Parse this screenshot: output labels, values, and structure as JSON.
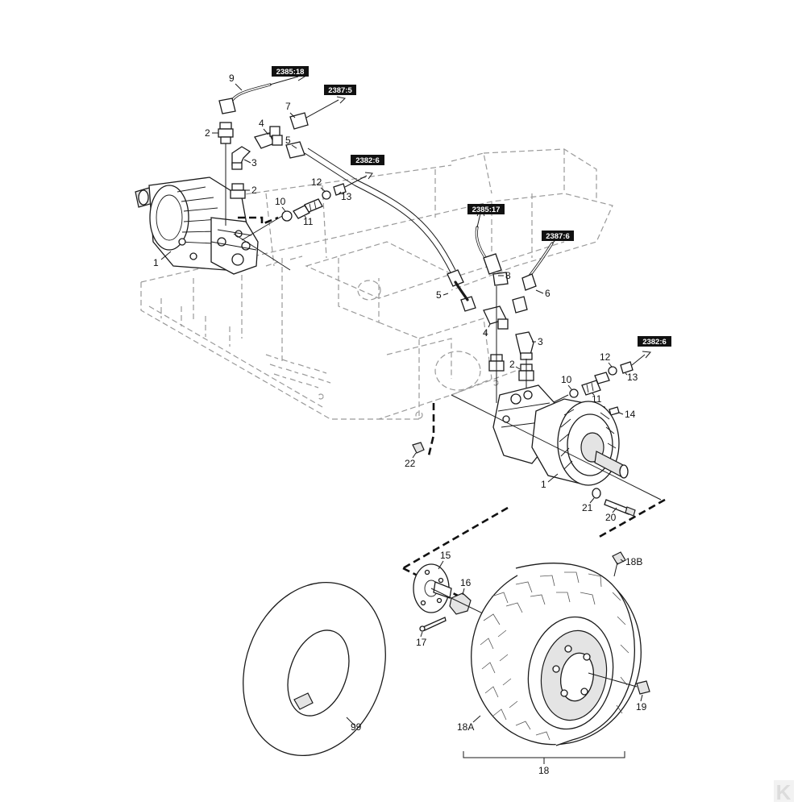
{
  "diagram": {
    "part_labels": [
      {
        "id": "lbl-9",
        "text": "9"
      },
      {
        "id": "lbl-2a",
        "text": "2"
      },
      {
        "id": "lbl-7a",
        "text": "7"
      },
      {
        "id": "lbl-4a",
        "text": "4"
      },
      {
        "id": "lbl-5a",
        "text": "5"
      },
      {
        "id": "lbl-3a",
        "text": "3"
      },
      {
        "id": "lbl-2b",
        "text": "2"
      },
      {
        "id": "lbl-12a",
        "text": "12"
      },
      {
        "id": "lbl-13a",
        "text": "13"
      },
      {
        "id": "lbl-10a",
        "text": "10"
      },
      {
        "id": "lbl-11a",
        "text": "11"
      },
      {
        "id": "lbl-1a",
        "text": "1"
      },
      {
        "id": "lbl-8",
        "text": "8"
      },
      {
        "id": "lbl-5b",
        "text": "5"
      },
      {
        "id": "lbl-6",
        "text": "6"
      },
      {
        "id": "lbl-4b",
        "text": "4"
      },
      {
        "id": "lbl-3b",
        "text": "3"
      },
      {
        "id": "lbl-2c",
        "text": "2"
      },
      {
        "id": "lbl-12b",
        "text": "12"
      },
      {
        "id": "lbl-13b",
        "text": "13"
      },
      {
        "id": "lbl-10b",
        "text": "10"
      },
      {
        "id": "lbl-11b",
        "text": "11"
      },
      {
        "id": "lbl-14",
        "text": "14"
      },
      {
        "id": "lbl-22",
        "text": "22"
      },
      {
        "id": "lbl-1b",
        "text": "1"
      },
      {
        "id": "lbl-21",
        "text": "21"
      },
      {
        "id": "lbl-20",
        "text": "20"
      },
      {
        "id": "lbl-15",
        "text": "15"
      },
      {
        "id": "lbl-16",
        "text": "16"
      },
      {
        "id": "lbl-17",
        "text": "17"
      },
      {
        "id": "lbl-18b",
        "text": "18B"
      },
      {
        "id": "lbl-19",
        "text": "19"
      },
      {
        "id": "lbl-18a",
        "text": "18A"
      },
      {
        "id": "lbl-18",
        "text": "18"
      },
      {
        "id": "lbl-99",
        "text": "99"
      }
    ],
    "references": [
      {
        "id": "ref-a",
        "text": "2385:18"
      },
      {
        "id": "ref-b",
        "text": "2387:5"
      },
      {
        "id": "ref-c",
        "text": "2382:6"
      },
      {
        "id": "ref-d",
        "text": "2385:17"
      },
      {
        "id": "ref-e",
        "text": "2387:6"
      },
      {
        "id": "ref-f",
        "text": "2382:6"
      }
    ]
  },
  "logo": {
    "text": "K"
  },
  "colors": {
    "ink": "#1a1a1a",
    "frame": "#9a9a9a",
    "ref_bg": "#111111",
    "logo": "#e6e6e6"
  }
}
